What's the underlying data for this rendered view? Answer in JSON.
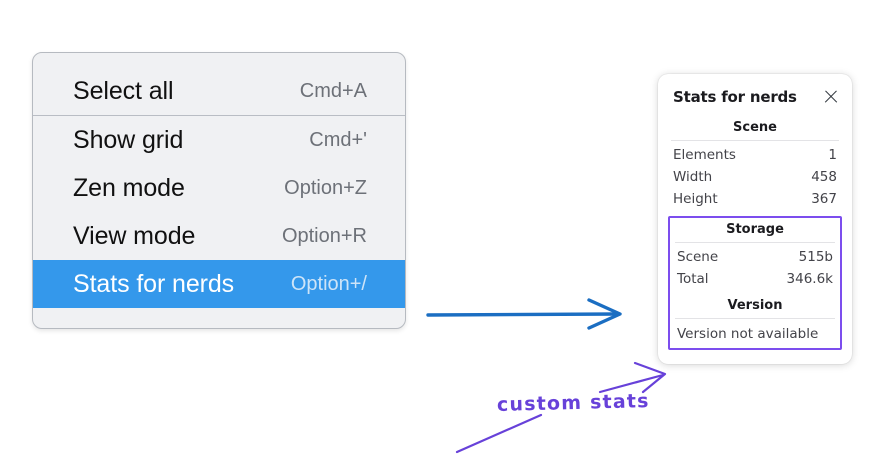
{
  "menu": {
    "groups": [
      {
        "items": [
          {
            "label": "Select all",
            "shortcut": "Cmd+A",
            "selected": false
          }
        ]
      },
      {
        "items": [
          {
            "label": "Show grid",
            "shortcut": "Cmd+'",
            "selected": false
          },
          {
            "label": "Zen mode",
            "shortcut": "Option+Z",
            "selected": false
          },
          {
            "label": "View mode",
            "shortcut": "Option+R",
            "selected": false
          },
          {
            "label": "Stats for nerds",
            "shortcut": "Option+/",
            "selected": true
          }
        ]
      }
    ],
    "highlight_color": "#3498eb"
  },
  "stats_panel": {
    "title": "Stats for nerds",
    "close_icon": "close-icon",
    "scene": {
      "section_label": "Scene",
      "rows": [
        {
          "key": "Elements",
          "value": "1"
        },
        {
          "key": "Width",
          "value": "458"
        },
        {
          "key": "Height",
          "value": "367"
        }
      ]
    },
    "storage": {
      "section_label": "Storage",
      "rows": [
        {
          "key": "Scene",
          "value": "515b"
        },
        {
          "key": "Total",
          "value": "346.6k"
        }
      ]
    },
    "version": {
      "section_label": "Version",
      "text": "Version not available"
    },
    "custom_border_color": "#7c4dee"
  },
  "annotations": {
    "handwritten_label": "custom stats",
    "blue_arrow_color": "#1b6ec2",
    "purple_arrow_color": "#6741d9"
  }
}
